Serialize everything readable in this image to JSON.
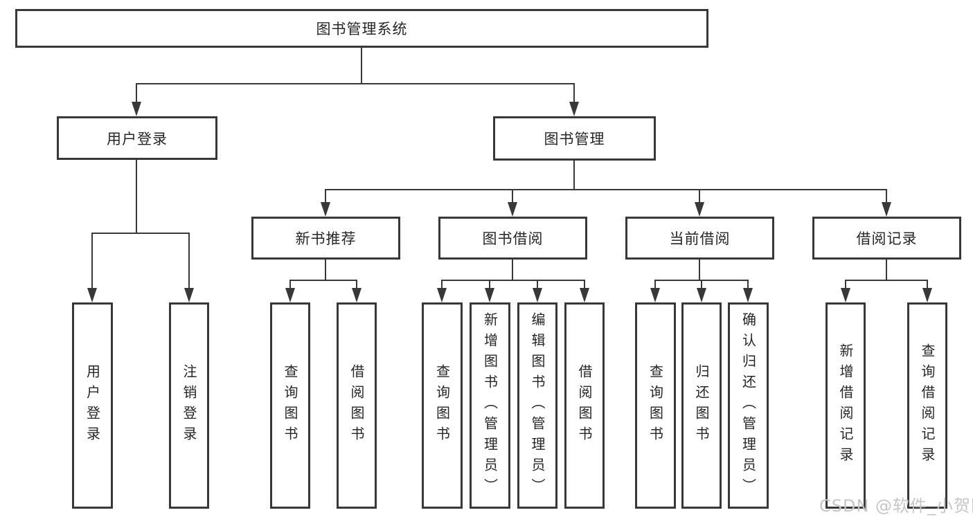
{
  "root": "图书管理系统",
  "level2": [
    "用户登录",
    "图书管理"
  ],
  "level3": [
    "新书推荐",
    "图书借阅",
    "当前借阅",
    "借阅记录"
  ],
  "leaves": [
    "用户登录",
    "注销登录",
    "查询图书",
    "借阅图书",
    "查询图书",
    "新增图书（管理员）",
    "编辑图书（管理员）",
    "借阅图书",
    "查询图书",
    "归还图书",
    "确认归还（管理员）",
    "新增借阅记录",
    "查询借阅记录"
  ],
  "watermark": "CSDN @软件_小贺同学",
  "colors": {
    "line": "#383838",
    "text": "#262626",
    "watermark": "#c6c6c6",
    "background": "#ffffff"
  }
}
